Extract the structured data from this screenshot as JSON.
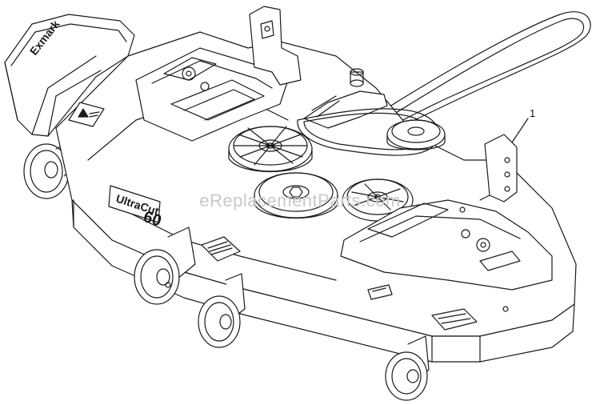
{
  "diagram": {
    "callout_number": "1",
    "watermark": "eReplacementParts.com",
    "deck_brand": "UltraCut",
    "deck_size": "60",
    "logo_text": "Exmark"
  }
}
